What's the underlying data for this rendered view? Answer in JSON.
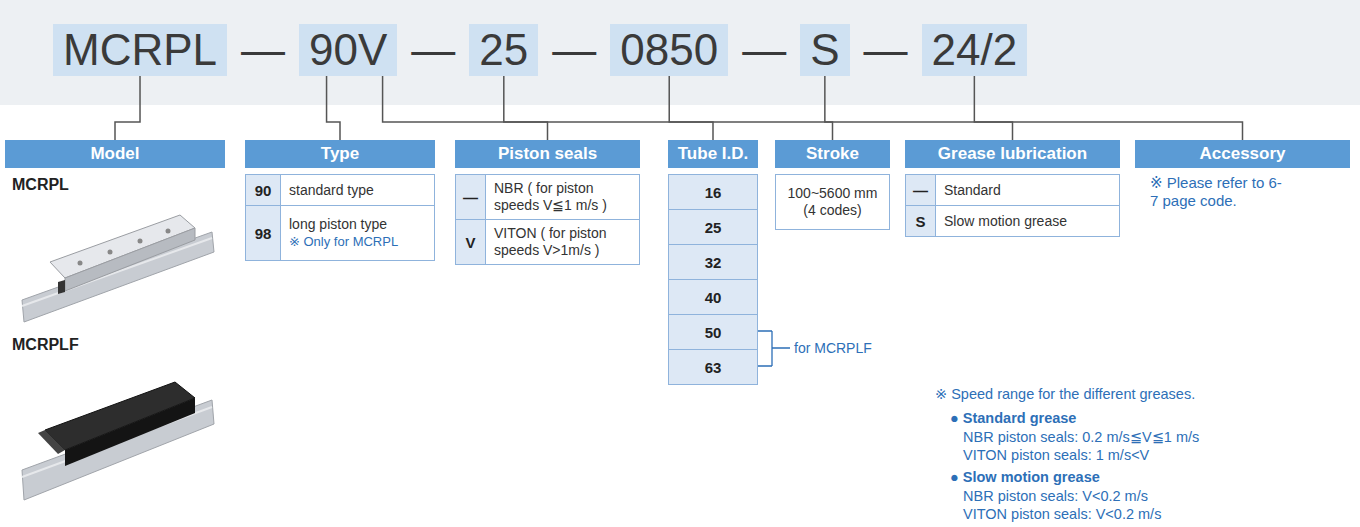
{
  "diagram": {
    "nodes": [
      {
        "text": [
          "MCRPL"
        ]
      },
      {
        "text": [
          "90V"
        ]
      },
      {
        "text": [
          "25"
        ]
      },
      {
        "text": [
          "0850"
        ]
      },
      {
        "text": [
          "S"
        ]
      },
      {
        "text": [
          "24/2"
        ]
      },
      {
        "text": [
          "Model"
        ]
      },
      {
        "text": [
          "Type"
        ]
      },
      {
        "text": [
          "Piston seals"
        ]
      },
      {
        "text": [
          "Tube I.D."
        ]
      },
      {
        "text": [
          "Stroke"
        ]
      },
      {
        "text": [
          "Grease lubrication"
        ]
      },
      {
        "text": [
          "Accessory"
        ]
      },
      {
        "text": [
          "90"
        ]
      },
      {
        "text": [
          "standard type"
        ]
      },
      {
        "text": [
          "98"
        ]
      },
      {
        "text": [
          "long piston type",
          "※ Only for MCRPL"
        ]
      },
      {
        "text": [
          "—"
        ]
      },
      {
        "text": [
          "NBR ( for piston speeds V≦1 m/s )"
        ]
      },
      {
        "text": [
          "V"
        ]
      },
      {
        "text": [
          "VITON ( for piston speeds V>1m/s )"
        ]
      },
      {
        "text": [
          "16"
        ]
      },
      {
        "text": [
          "25"
        ]
      },
      {
        "text": [
          "32"
        ]
      },
      {
        "text": [
          "40"
        ]
      },
      {
        "text": [
          "50"
        ]
      },
      {
        "text": [
          "63"
        ]
      },
      {
        "text": [
          "100~5600 mm (4 codes)"
        ]
      },
      {
        "text": [
          "—"
        ]
      },
      {
        "text": [
          "Standard"
        ]
      },
      {
        "text": [
          "S"
        ]
      },
      {
        "text": [
          "Slow motion grease"
        ]
      }
    ],
    "edges": [
      {
        "from": 0,
        "to": 6,
        "arrow": "none"
      },
      {
        "from": 1,
        "to": 7,
        "arrow": "none"
      },
      {
        "from": 1,
        "to": 8,
        "arrow": "none"
      },
      {
        "from": 2,
        "to": 9,
        "arrow": "none"
      },
      {
        "from": 3,
        "to": 10,
        "arrow": "none"
      },
      {
        "from": 4,
        "to": 11,
        "arrow": "none"
      },
      {
        "from": 5,
        "to": 12,
        "arrow": "none"
      }
    ],
    "labels": [
      "—",
      "—",
      "—",
      "—",
      "—",
      "MCRPL",
      "MCRPLF",
      "for MCRPLF",
      "※ Please refer to 6-7 page code.",
      "※ Speed range for the different greases.",
      "● Standard grease",
      "NBR piston seals: 0.2 m/s≦V≦1 m/s",
      "VITON piston seals: 1 m/s<V",
      "● Slow motion grease",
      "NBR piston seals: V<0.2 m/s",
      "VITON piston seals: V<0.2 m/s"
    ]
  }
}
